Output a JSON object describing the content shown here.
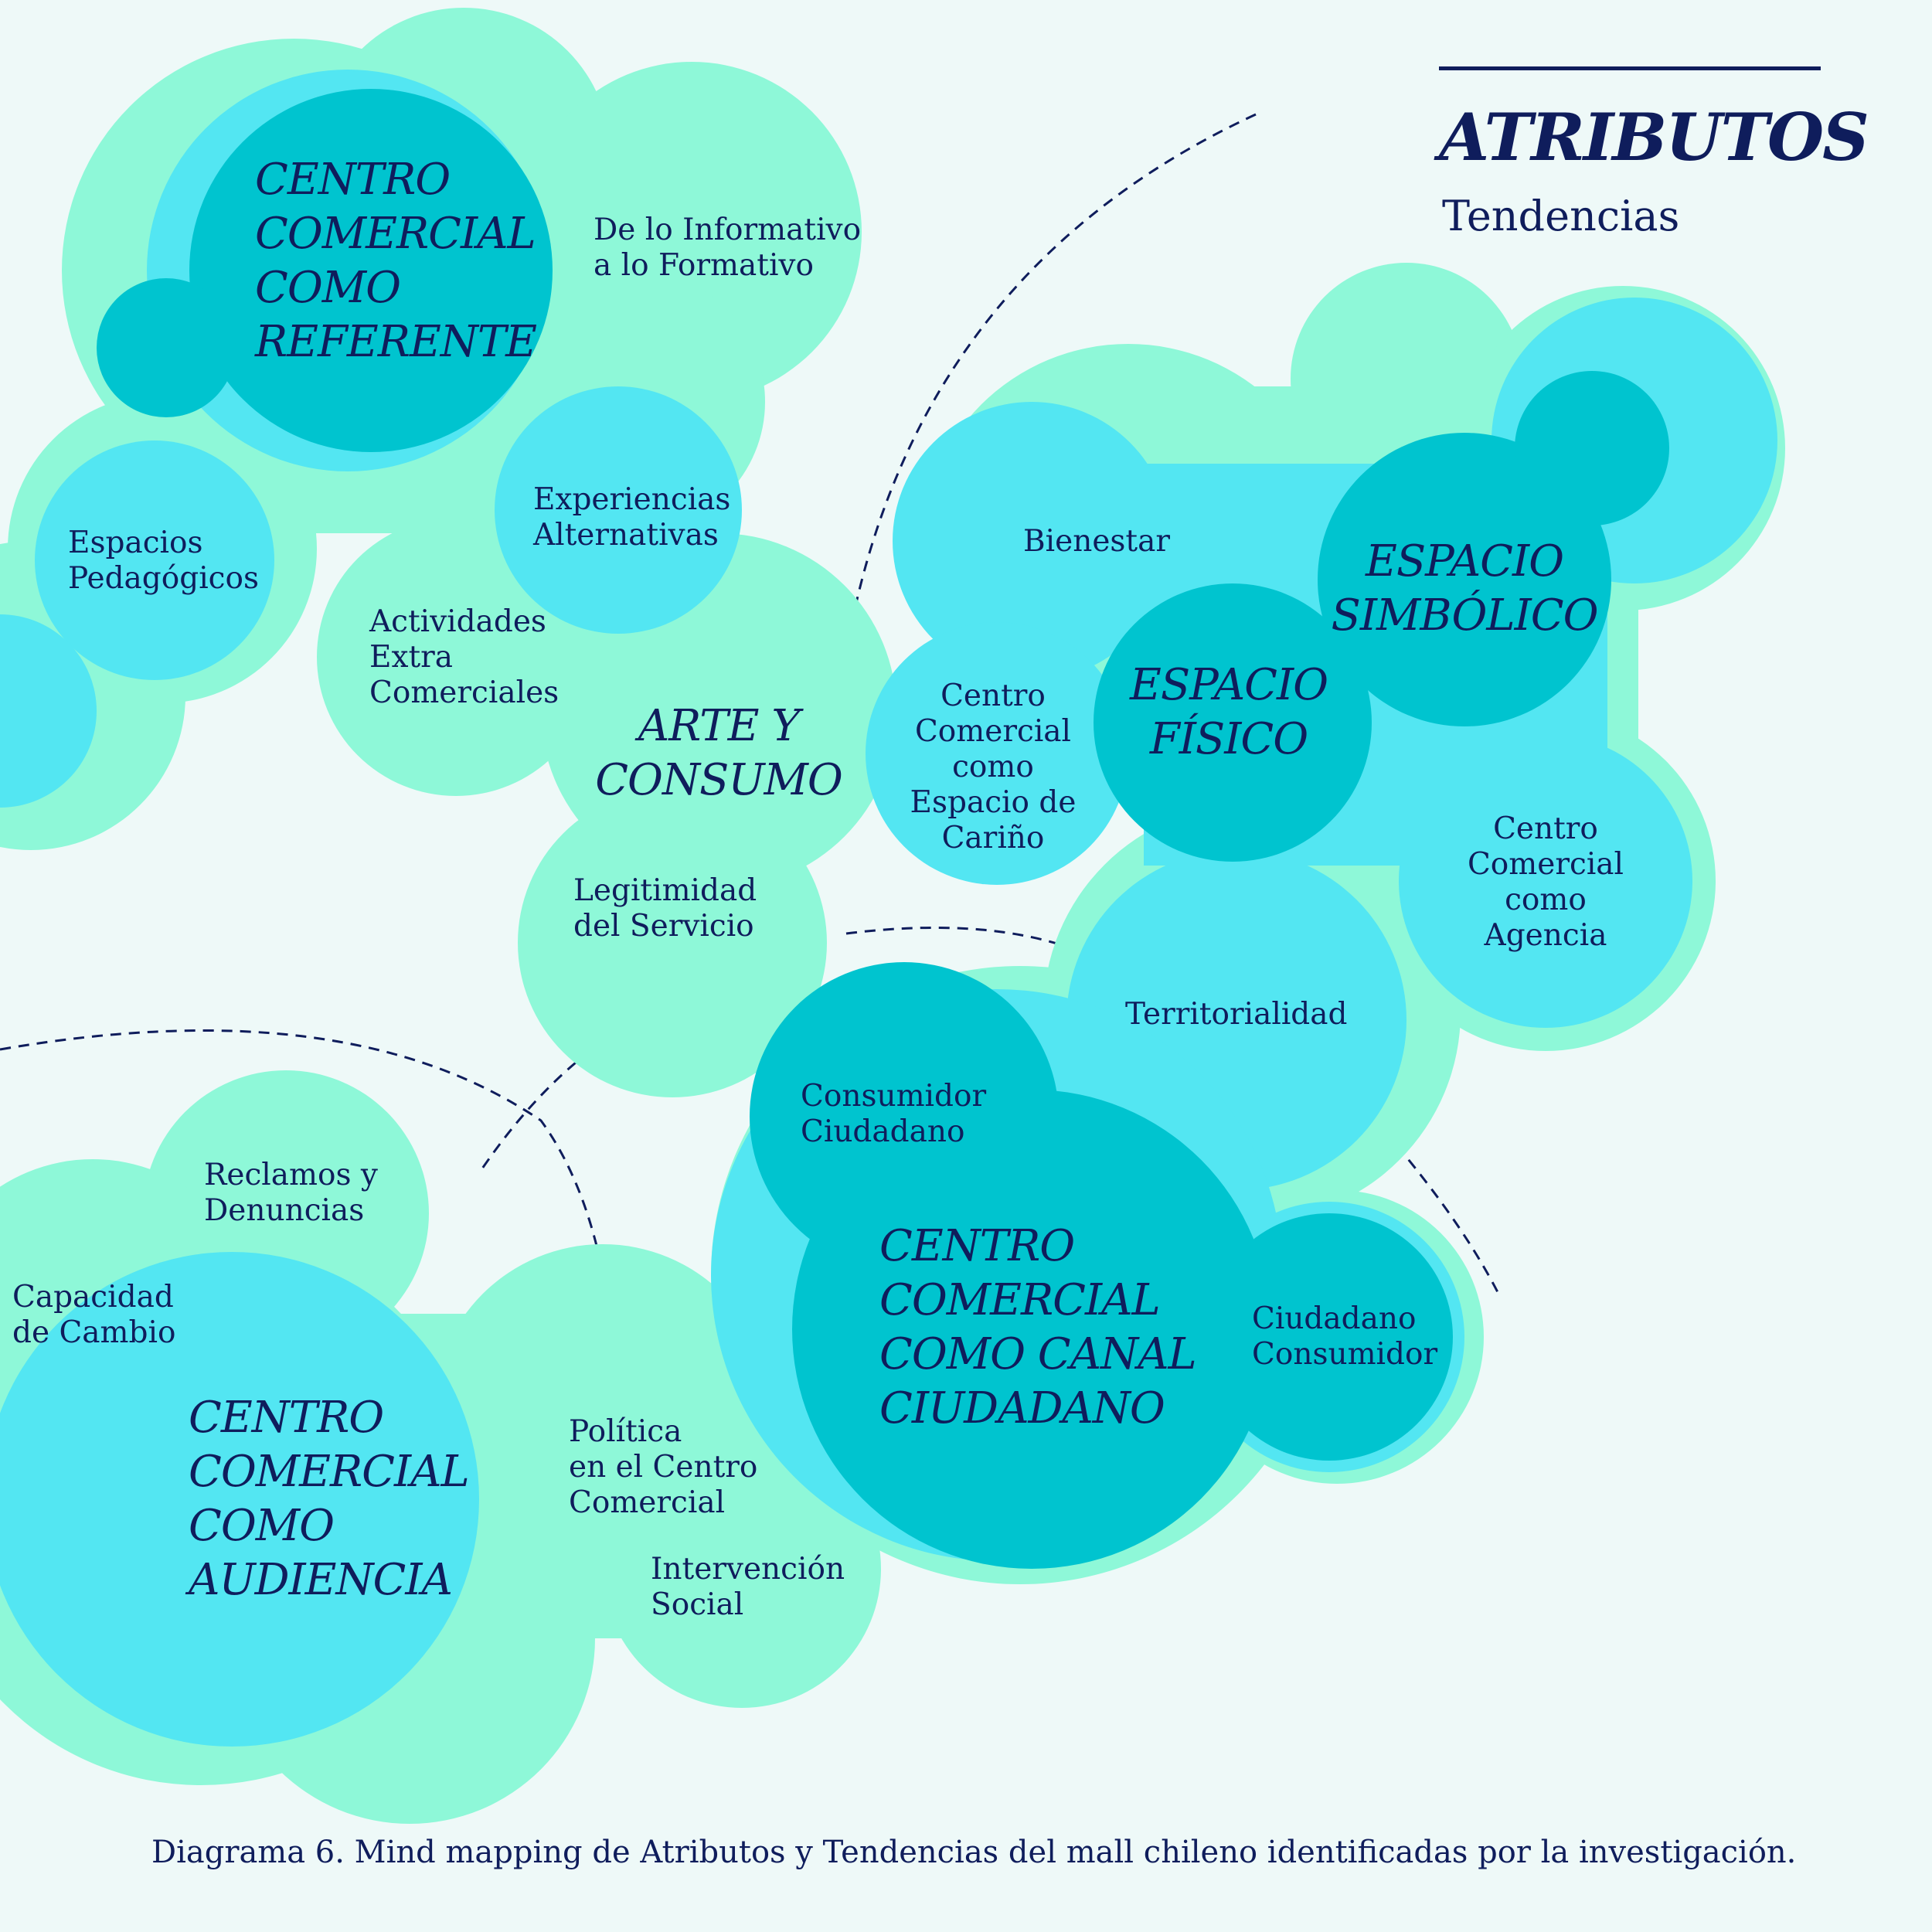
{
  "header": {
    "title": "ATRIBUTOS",
    "subtitle": "Tendencias"
  },
  "caption": "Diagrama 6. Mind mapping de Atributos y Tendencias del mall chileno identificadas por la investigación.",
  "colors": {
    "background": "#eef9f8",
    "mint": "#8ef8d8",
    "cyan": "#53e6f2",
    "teal": "#00c4cf",
    "ink": "#0f1d5c"
  },
  "hubs": {
    "referente": "CENTRO\nCOMERCIAL\nCOMO\nREFERENTE",
    "arte": "ARTE Y\nCONSUMO",
    "simbolico": "ESPACIO\nSIMBÓLICO",
    "fisico": "ESPACIO\nFÍSICO",
    "canal": "CENTRO\nCOMERCIAL\nCOMO CANAL\nCIUDADANO",
    "audiencia": "CENTRO\nCOMERCIAL\nCOMO\nAUDIENCIA"
  },
  "topics": {
    "informativo": "De lo Informativo\na lo Formativo",
    "pedagogicos": "Espacios\nPedagógicos",
    "experiencias": "Experiencias\nAlternativas",
    "actividades": "Actividades\nExtra\nComerciales",
    "legitimidad": "Legitimidad\ndel Servicio",
    "bienestar": "Bienestar",
    "carino": "Centro\nComercial\ncomo\nEspacio de\nCariño",
    "agencia": "Centro\nComercial\ncomo\nAgencia",
    "territorialidad": "Territorialidad",
    "consumidor_ciudadano": "Consumidor\nCiudadano",
    "ciudadano_consumidor": "Ciudadano\nConsumidor",
    "reclamos": "Reclamos y\nDenuncias",
    "capacidad": "Capacidad\nde Cambio",
    "politica": "Política\nen el Centro\nComercial",
    "intervencion": "Intervención\nSocial"
  }
}
